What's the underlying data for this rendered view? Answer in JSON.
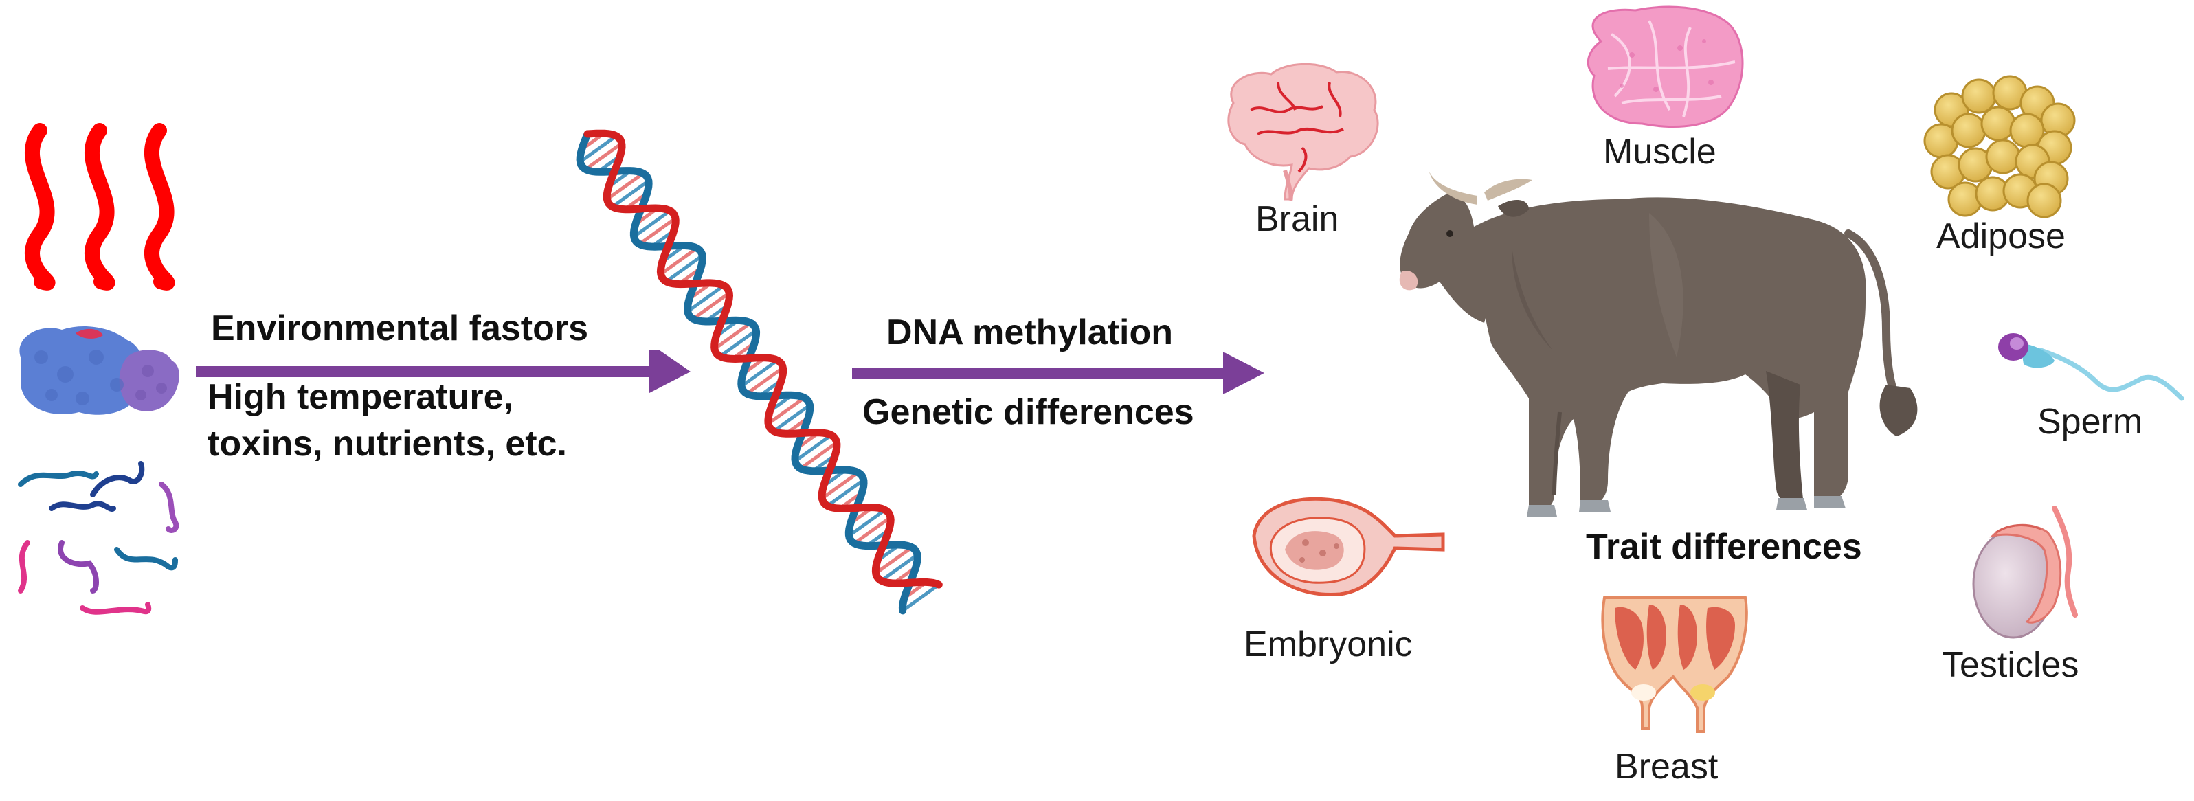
{
  "arrow1": {
    "top_label": "Environmental fastors",
    "bottom_line1": "High temperature,",
    "bottom_line2": "toxins, nutrients, etc."
  },
  "arrow2": {
    "top_label": "DNA methylation",
    "bottom_label": "Genetic differences"
  },
  "center_label": "Trait differences",
  "organs": {
    "brain": "Brain",
    "muscle": "Muscle",
    "adipose": "Adipose",
    "sperm": "Sperm",
    "embryonic": "Embryonic",
    "breast": "Breast",
    "testicles": "Testicles"
  },
  "colors": {
    "arrow": "#7b3f98",
    "heat": "#ff0000",
    "dna_red": "#d42020",
    "dna_blue": "#1a6e9e",
    "cow": "#6e625a"
  }
}
